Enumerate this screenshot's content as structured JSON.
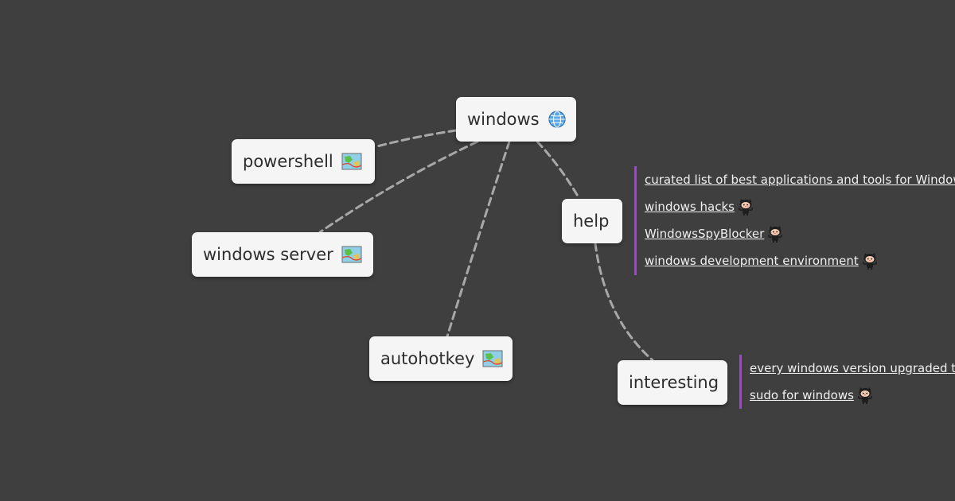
{
  "colors": {
    "background": "#3f3f3f",
    "node_fill": "#f5f5f5",
    "node_text": "#2d2d2d",
    "edge": "#a8a8a8",
    "link_bar": "#a63ee0",
    "link_text": "#f0f0f0"
  },
  "nodes": {
    "root": {
      "label": "windows",
      "icon": "globe-icon"
    },
    "powershell": {
      "label": "powershell",
      "icon": "map-icon"
    },
    "windows_server": {
      "label": "windows server",
      "icon": "map-icon"
    },
    "autohotkey": {
      "label": "autohotkey",
      "icon": "map-icon"
    },
    "help": {
      "label": "help"
    },
    "interesting": {
      "label": "interesting"
    }
  },
  "help_links": [
    {
      "text": "curated list of best applications and tools for Windows",
      "icon": "github-icon"
    },
    {
      "text": "windows hacks",
      "icon": "github-icon"
    },
    {
      "text": "WindowsSpyBlocker",
      "icon": "github-icon"
    },
    {
      "text": "windows development environment",
      "icon": "github-icon"
    }
  ],
  "interesting_links": [
    {
      "text": "every windows version upgraded through",
      "icon": "github-icon"
    },
    {
      "text": "sudo for windows",
      "icon": "github-icon"
    }
  ]
}
